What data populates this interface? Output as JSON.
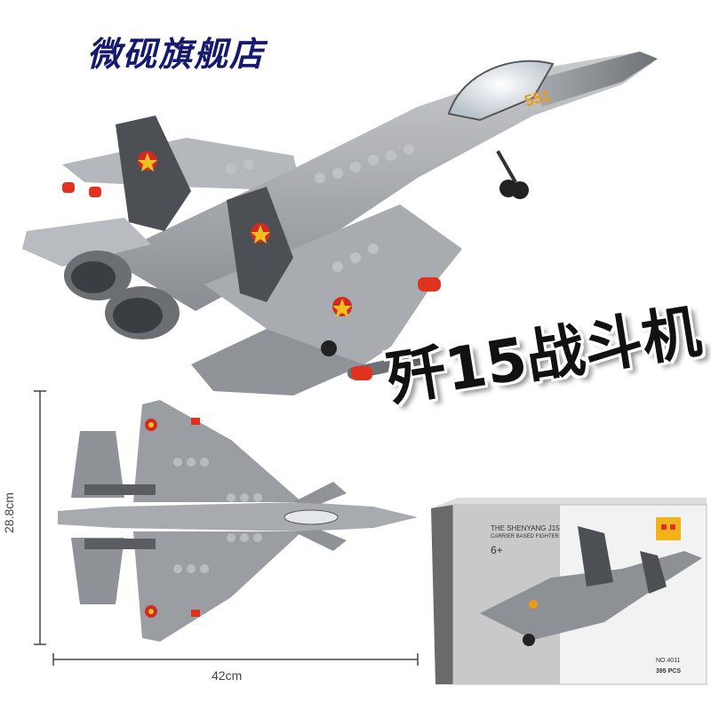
{
  "store_name": "微砚旗舰店",
  "product_title": "歼15战斗机",
  "model_marking": "551",
  "dimensions": {
    "width": "42cm",
    "height": "28.8cm"
  },
  "box": {
    "title": "THE SHENYANG J15",
    "subtitle": "CARRIER BASED FIGHTER",
    "age": "6+",
    "item_no": "NO.4011",
    "pieces": "395 PCS"
  },
  "colors": {
    "store_name": "#151a6e",
    "plane_gray": "#9a9ea3",
    "dark_gray": "#4c5055",
    "roundel_red": "#d22a20",
    "roundel_yellow": "#f0c020",
    "missile_red": "#e0321e"
  }
}
